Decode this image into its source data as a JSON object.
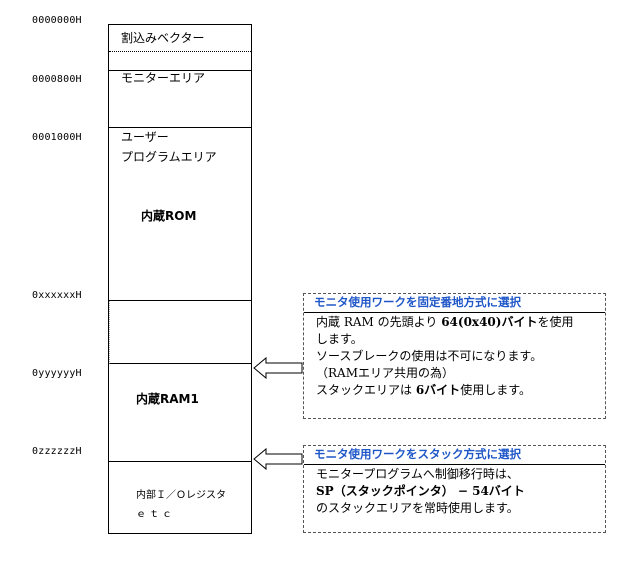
{
  "addresses": [
    "0000000H",
    "0000800H",
    "0001000H",
    "0xxxxxxH",
    "0yyyyyyH",
    "0zzzzzzH"
  ],
  "memory_map": {
    "vector": "割込みベクター",
    "monitor": "モニターエリア",
    "user_line1": "ユーザー",
    "user_line2": "プログラムエリア",
    "rom": "内蔵ROM",
    "ram": "内蔵RAM1",
    "io_line1": "内部Ｉ／Ｏレジスタ",
    "io_line2": "ｅｔｃ"
  },
  "box_fixed": {
    "title": "モニタ使用ワークを固定番地方式に選択",
    "line1_pre": "内蔵 RAM の先頭より ",
    "line1_bold": "64(0x40)バイト",
    "line1_post": "を使用",
    "line2": "します。",
    "line3": "ソースブレークの使用は不可になります。",
    "line4": "（RAMエリア共用の為）",
    "line5_pre": "スタックエリアは ",
    "line5_bold": "6バイト",
    "line5_post": "使用します。"
  },
  "box_stack": {
    "title": "モニタ使用ワークをスタック方式に選択",
    "line1": "モニタープログラムへ制御移行時は、",
    "line2": "SP（スタックポインタ） − 54バイト",
    "line3": "のスタックエリアを常時使用します。"
  },
  "colors": {
    "title_blue": "#1f57c8",
    "border": "#000000",
    "dashed": "#555555"
  }
}
